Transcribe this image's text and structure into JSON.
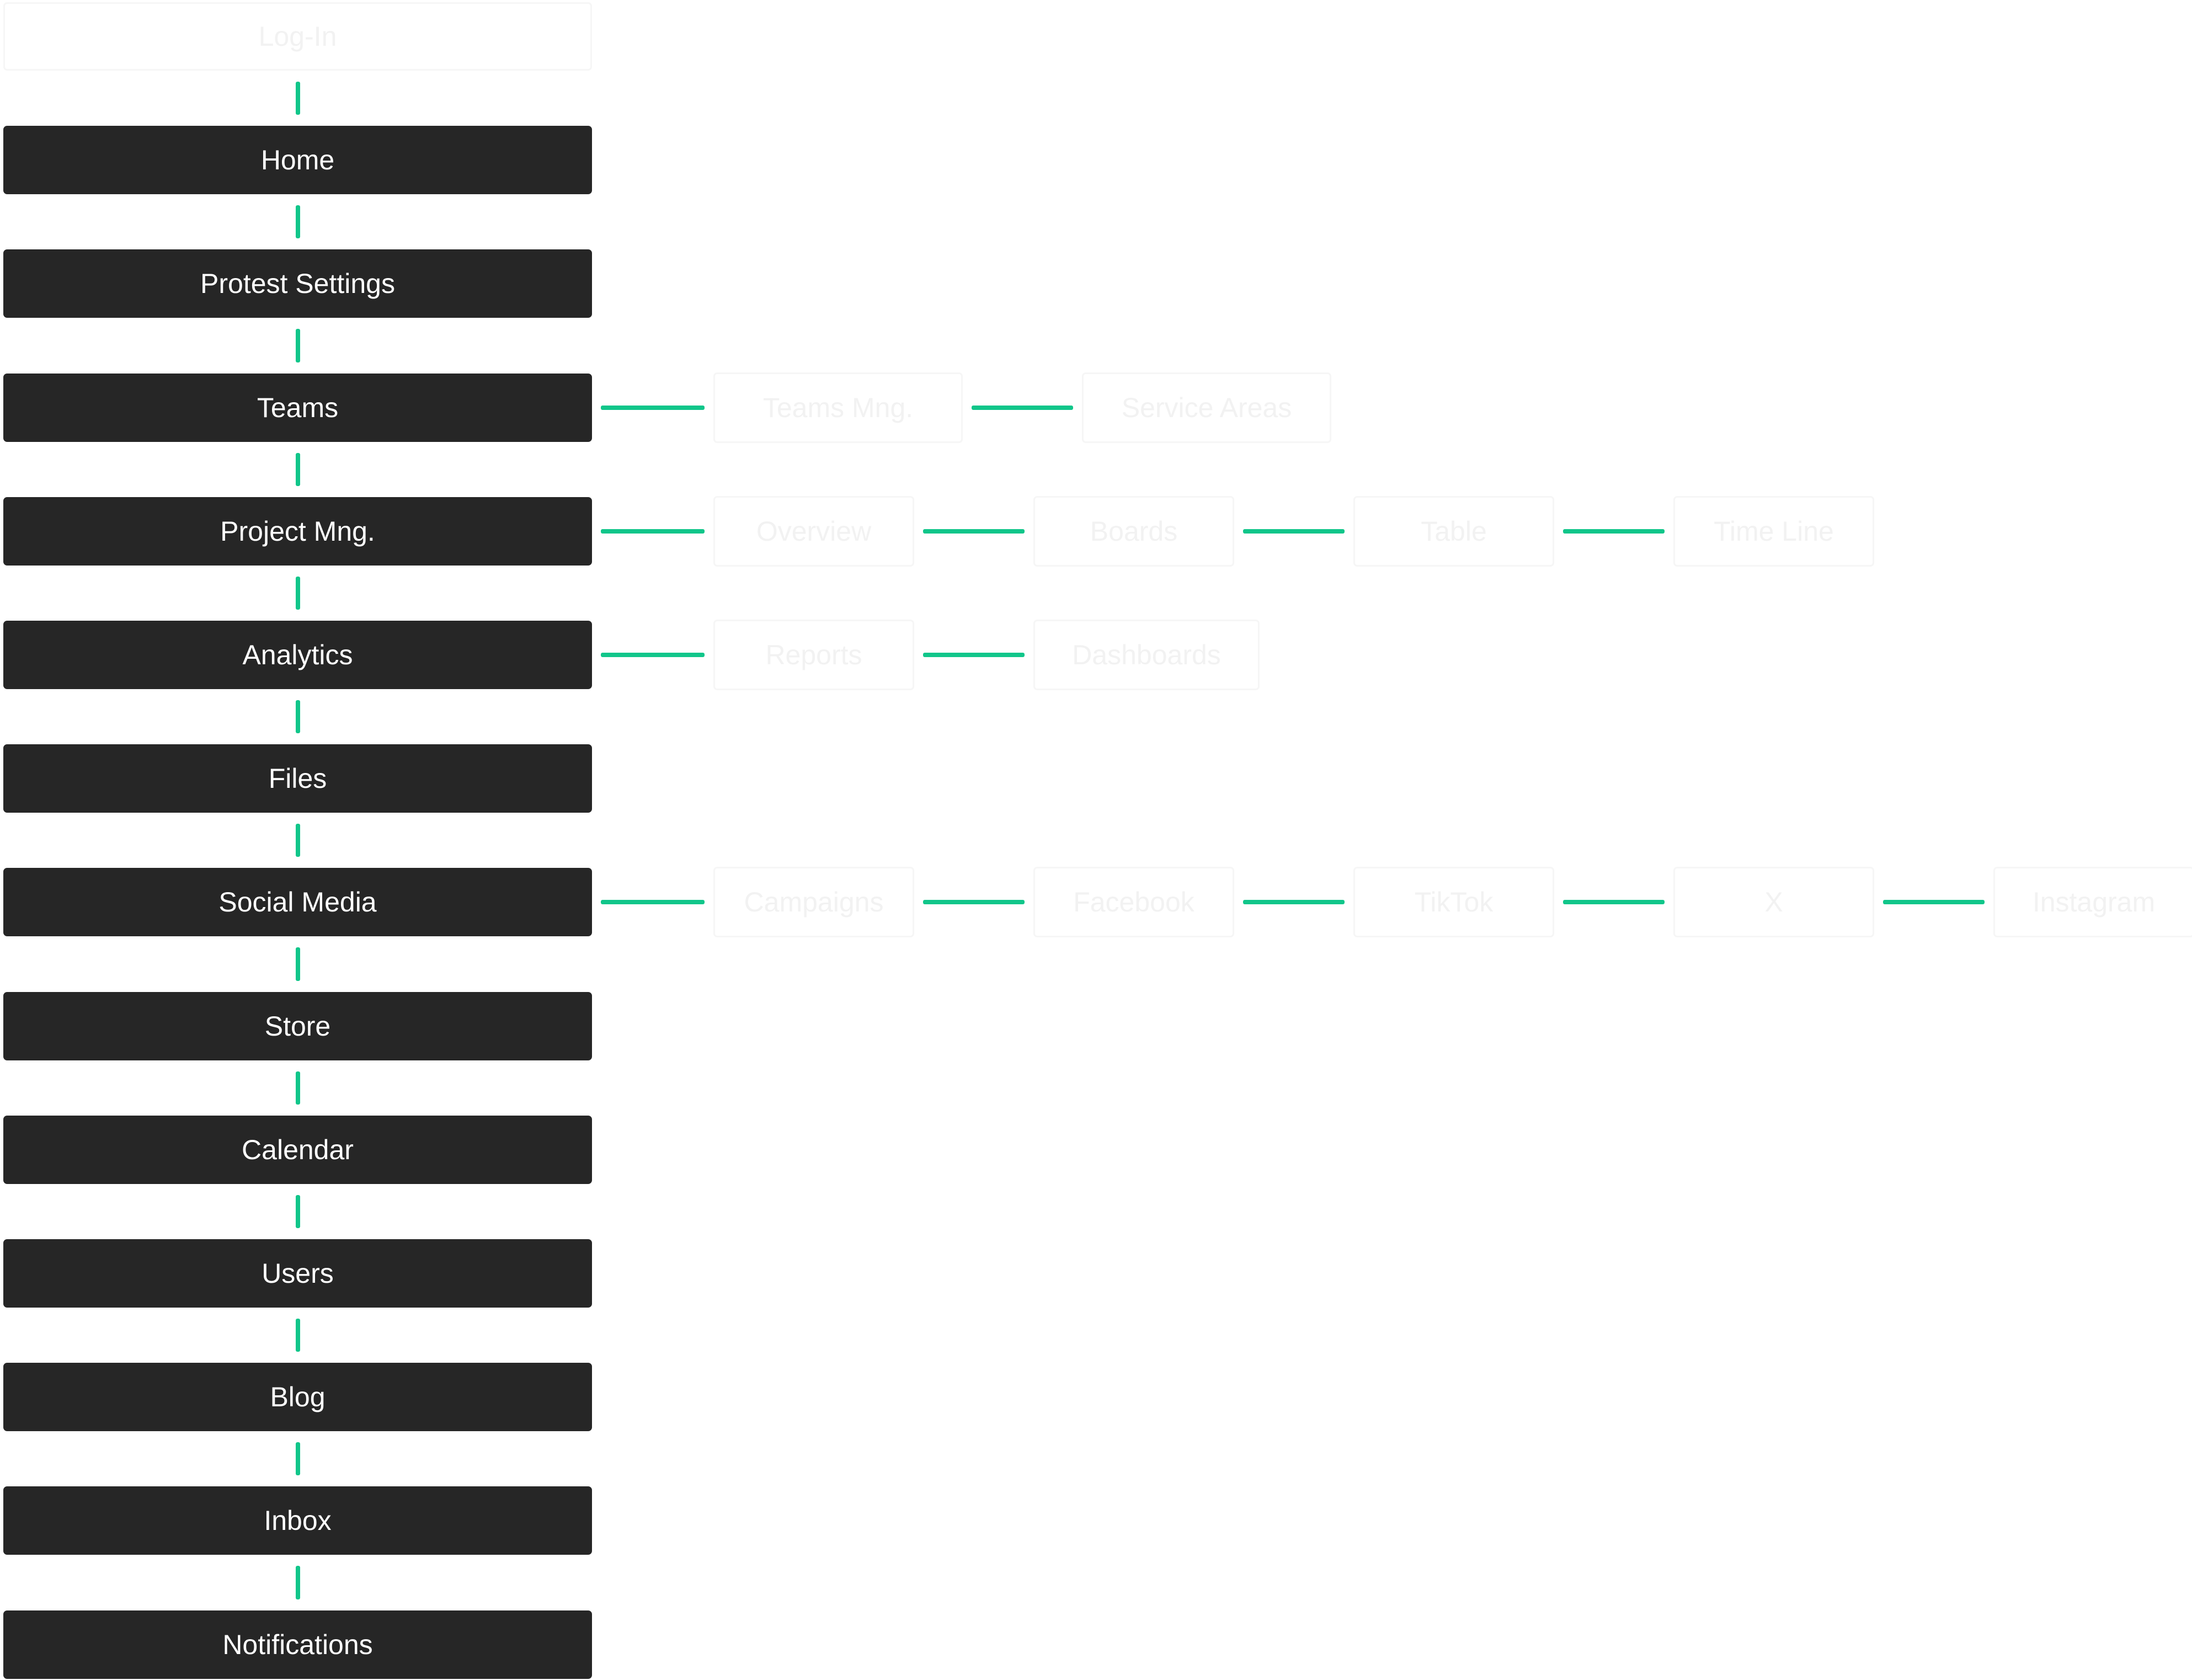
{
  "diagram": {
    "connector_color": "#11c68a",
    "main_node_color": "#262626",
    "entry": {
      "label": "Log-In",
      "style": "ghost"
    },
    "main_nodes": [
      {
        "id": "home",
        "label": "Home",
        "children": []
      },
      {
        "id": "protest-settings",
        "label": "Protest Settings",
        "children": []
      },
      {
        "id": "teams",
        "label": "Teams",
        "children": [
          "Teams Mng.",
          "Service Areas"
        ]
      },
      {
        "id": "project-mng",
        "label": "Project Mng.",
        "children": [
          "Overview",
          "Boards",
          "Table",
          "Time Line"
        ]
      },
      {
        "id": "analytics",
        "label": "Analytics",
        "children": [
          "Reports",
          "Dashboards"
        ]
      },
      {
        "id": "files",
        "label": "Files",
        "children": []
      },
      {
        "id": "social-media",
        "label": "Social Media",
        "children": [
          "Campaigns",
          "Facebook",
          "TikTok",
          "X",
          "Instagram"
        ]
      },
      {
        "id": "store",
        "label": "Store",
        "children": []
      },
      {
        "id": "calendar",
        "label": "Calendar",
        "children": []
      },
      {
        "id": "users",
        "label": "Users",
        "children": []
      },
      {
        "id": "blog",
        "label": "Blog",
        "children": []
      },
      {
        "id": "inbox",
        "label": "Inbox",
        "children": []
      },
      {
        "id": "notifications",
        "label": "Notifications",
        "children": []
      }
    ]
  }
}
